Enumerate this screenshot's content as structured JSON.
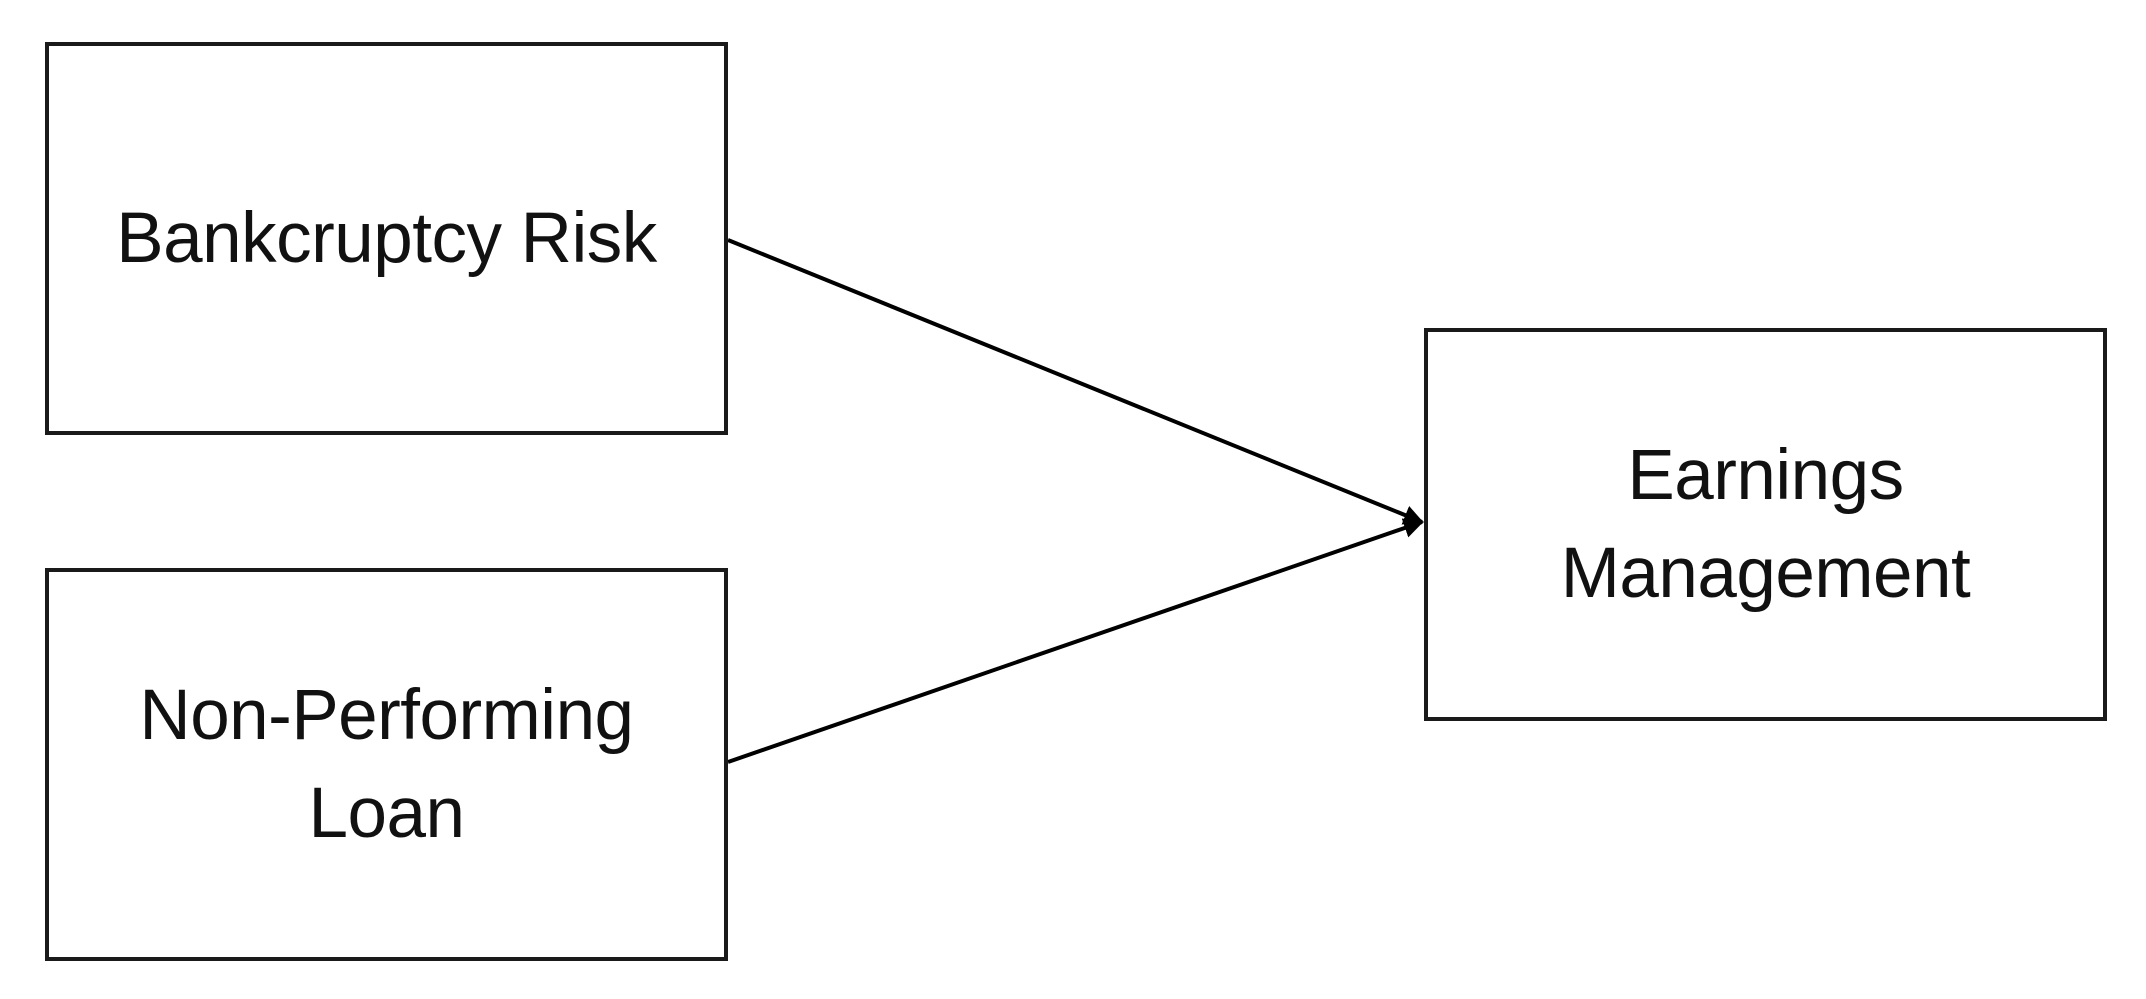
{
  "diagram": {
    "nodes": {
      "bankruptcy_risk": {
        "label": "Bankcruptcy Risk"
      },
      "non_performing_loan": {
        "label": "Non-Performing Loan"
      },
      "earnings_management": {
        "label": "Earnings Management"
      }
    },
    "edges": [
      {
        "from": "Bankcruptcy Risk",
        "to": "Earnings Management"
      },
      {
        "from": "Non-Performing Loan",
        "to": "Earnings Management"
      }
    ],
    "colors": {
      "stroke": "#1a1a1a",
      "background": "#ffffff",
      "text": "#111111"
    }
  }
}
